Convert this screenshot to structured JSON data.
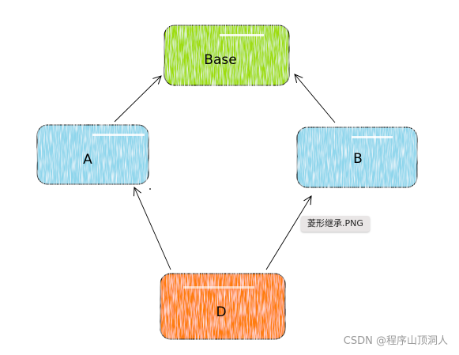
{
  "nodes": {
    "base": {
      "label": "Base",
      "fill": "#9edd0a"
    },
    "a": {
      "label": "A",
      "fill": "#8fd6ec"
    },
    "b": {
      "label": "B",
      "fill": "#8fd6ec"
    },
    "d": {
      "label": "D",
      "fill": "#ff7d0a"
    }
  },
  "edges": [
    {
      "from": "A",
      "to": "Base"
    },
    {
      "from": "B",
      "to": "Base"
    },
    {
      "from": "D",
      "to": "A"
    },
    {
      "from": "D",
      "to": "B"
    }
  ],
  "tooltip": {
    "text": "菱形继承.PNG"
  },
  "watermark": {
    "text": "CSDN @程序山顶洞人"
  }
}
